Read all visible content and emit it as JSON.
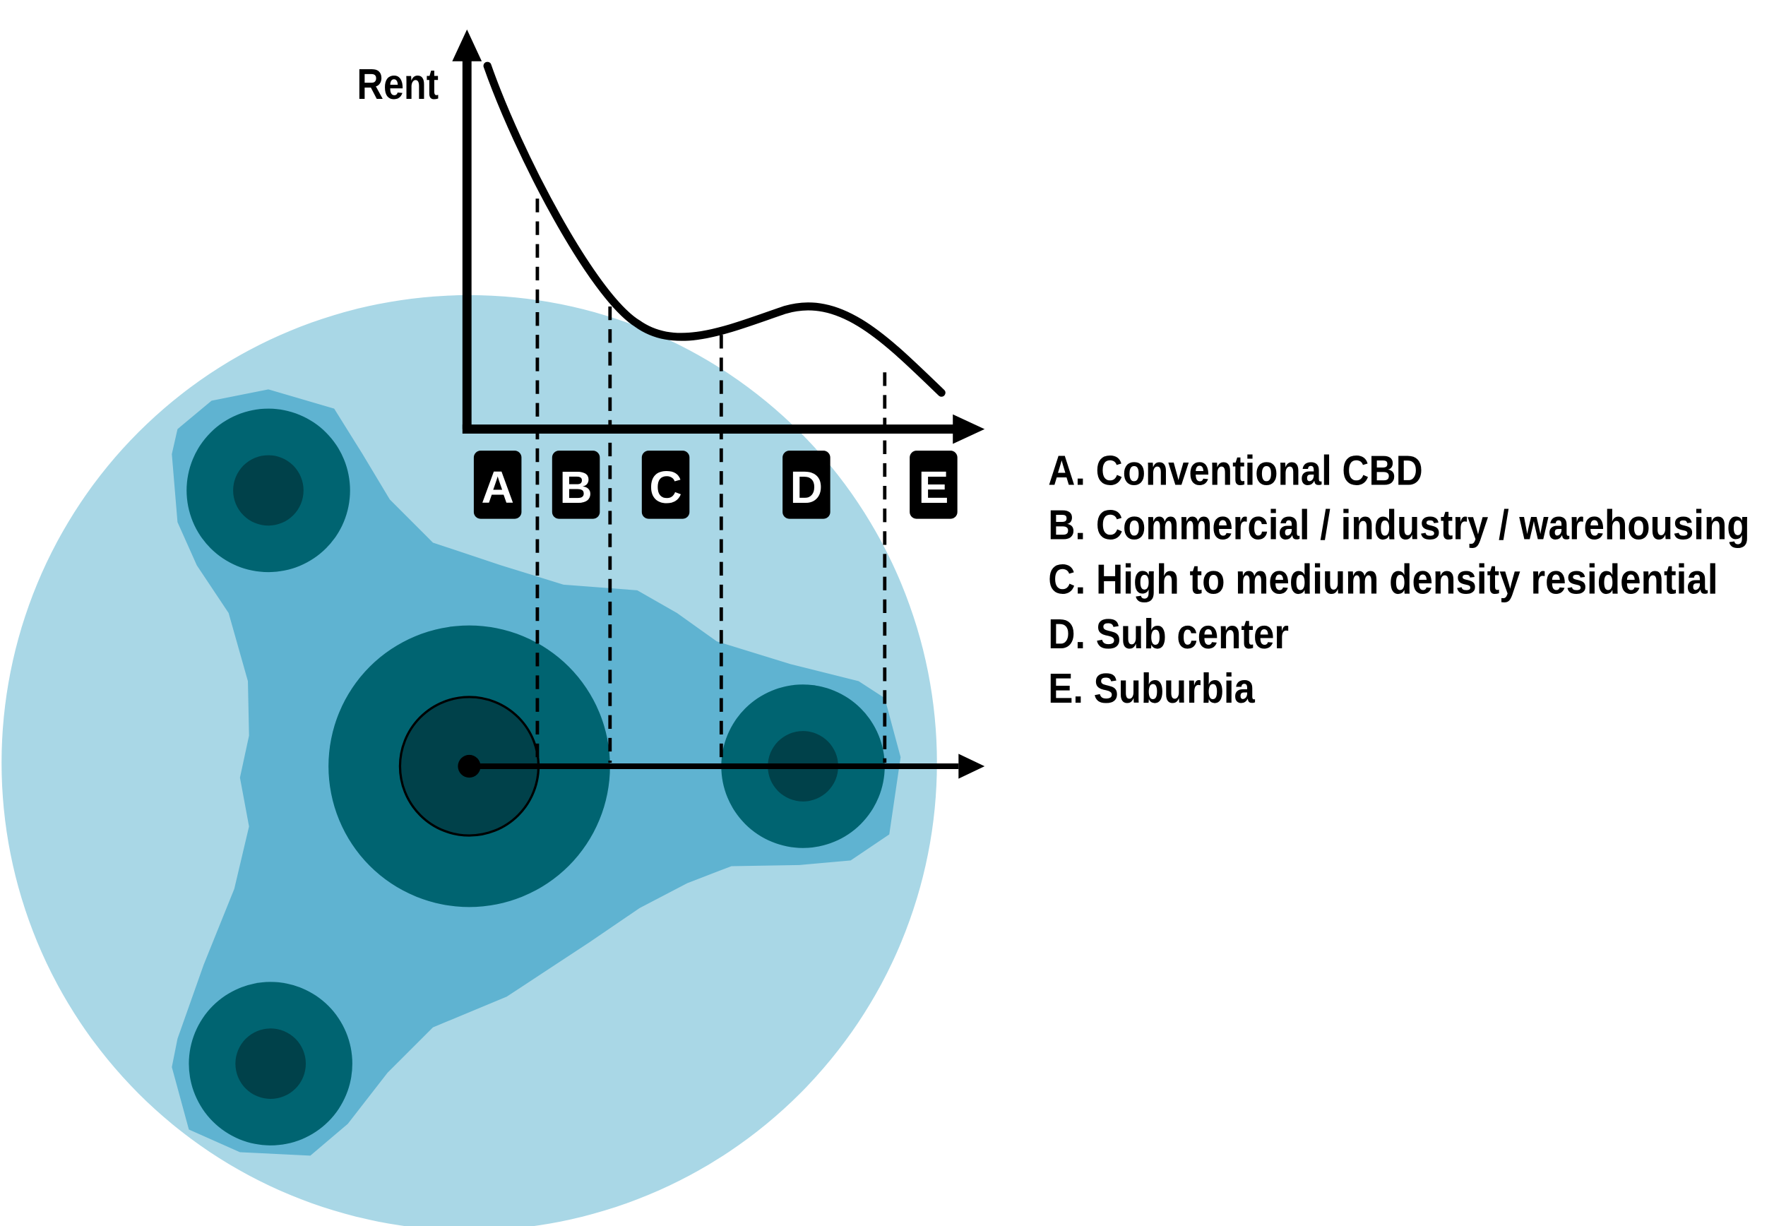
{
  "axis": {
    "y_label": "Rent"
  },
  "zones": [
    {
      "letter": "A"
    },
    {
      "letter": "B"
    },
    {
      "letter": "C"
    },
    {
      "letter": "D"
    },
    {
      "letter": "E"
    }
  ],
  "legend": [
    "A. Conventional CBD",
    "B. Commercial / industry / warehousing",
    "C. High to medium density residential",
    "D. Sub center",
    "E. Suburbia"
  ],
  "colors": {
    "region_outer": "#a9d7e6",
    "region_urban": "#5fb3d1",
    "center_ring": "#006471",
    "center_core": "#00414a",
    "ink": "#000000"
  }
}
